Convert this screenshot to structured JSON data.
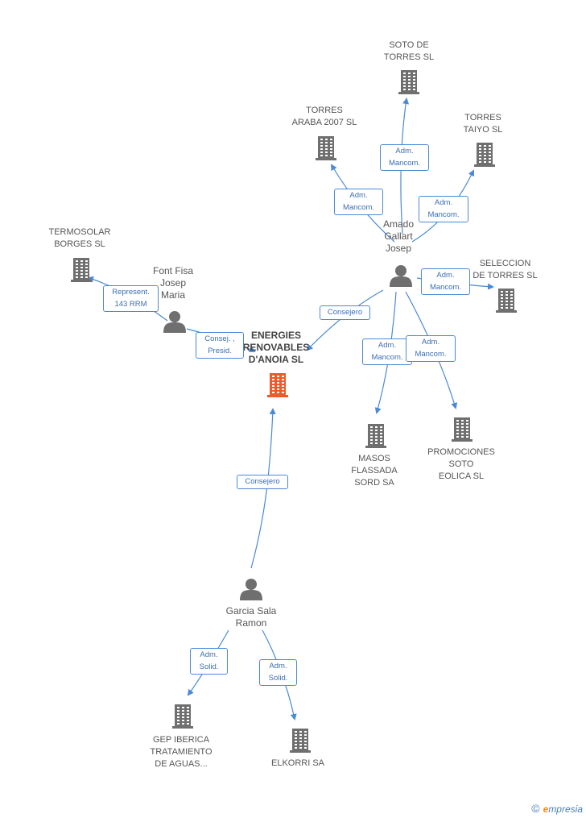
{
  "companies": {
    "main": "ENERGIES\nRENOVABLES\nD'ANOIA SL",
    "soto_torres": "SOTO DE\nTORRES SL",
    "torres_araba": "TORRES\nARABA 2007 SL",
    "torres_taiyo": "TORRES\nTAIYO SL",
    "termosolar": "TERMOSOLAR\nBORGES SL",
    "seleccion": "SELECCION\nDE TORRES SL",
    "masos": "MASOS\nFLASSADA\nSORD SA",
    "promociones": "PROMOCIONES\nSOTO\nEOLICA  SL",
    "gep": "GEP IBERICA\nTRATAMIENTO\nDE AGUAS...",
    "elkorri": "ELKORRI SA"
  },
  "persons": {
    "amado": "Amado\nGallart\nJosep",
    "font": "Font Fisa\nJosep\nMaria",
    "garcia": "Garcia Sala\nRamon"
  },
  "relations": {
    "adm_mancom": "Adm.\nMancom.",
    "represent": "Represent.\n143 RRM",
    "consej_presid": "Consej. ,\nPresid.",
    "consejero": "Consejero",
    "adm_solid": "Adm.\nSolid."
  },
  "colors": {
    "main_company": "#f05a28",
    "company": "#6f6f6f",
    "person": "#6f6f6f",
    "edge": "#4a8ad4"
  },
  "footer": {
    "copyright": "©",
    "brand_e": "e",
    "brand_rest": "mpresia"
  }
}
